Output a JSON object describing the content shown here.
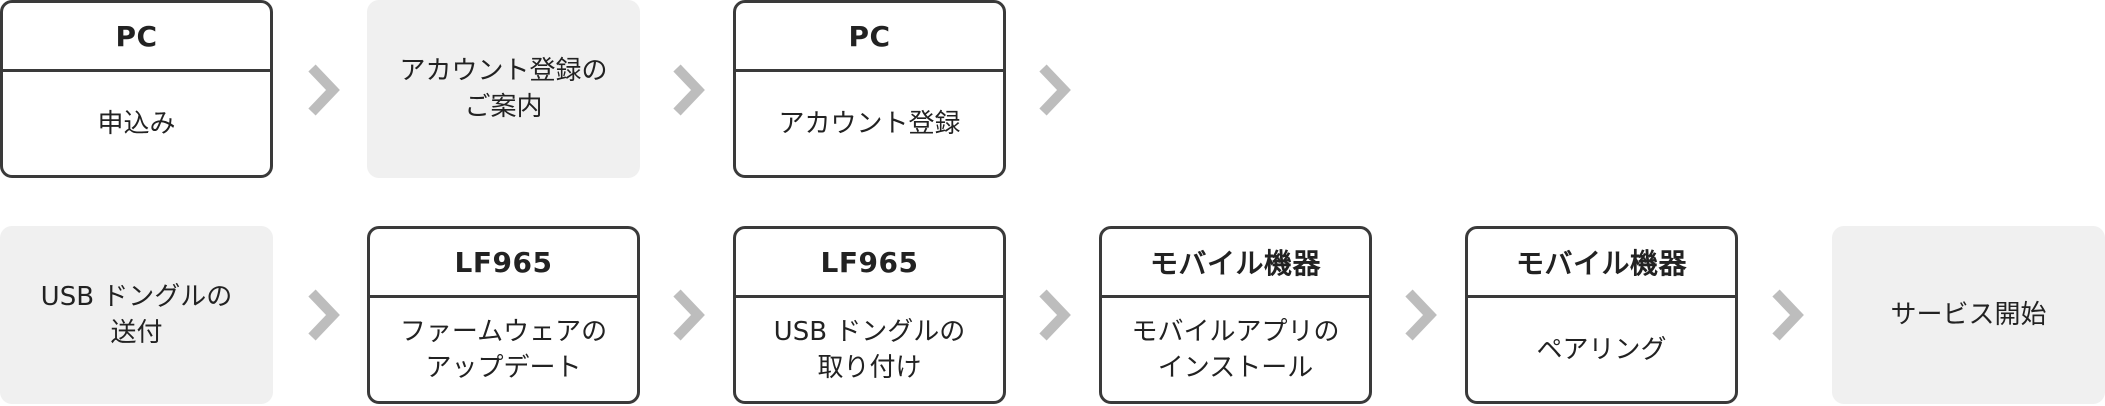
{
  "steps": [
    {
      "header": "PC",
      "text": "申込み"
    },
    {
      "text": "アカウント登録の\nご案内"
    },
    {
      "header": "PC",
      "text": "アカウント登録"
    },
    {
      "text": "USB ドングルの\n送付"
    },
    {
      "header": "LF965",
      "text": "ファームウェアの\nアップデート"
    },
    {
      "header": "LF965",
      "text": "USB ドングルの\n取り付け"
    },
    {
      "header": "モバイル機器",
      "text": "モバイルアプリの\nインストール"
    },
    {
      "header": "モバイル機器",
      "text": "ペアリング"
    },
    {
      "text": "サービス開始"
    }
  ],
  "colors": {
    "border": "#3a3a3a",
    "plain_fill": "#f0f0f0",
    "arrow": "#bdbdbd",
    "text": "#222222"
  }
}
